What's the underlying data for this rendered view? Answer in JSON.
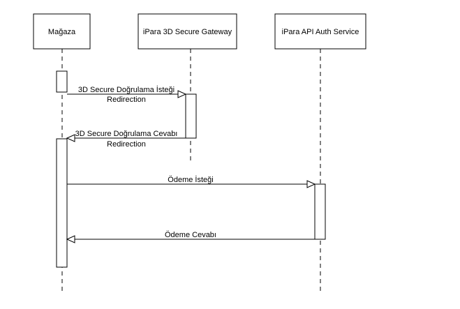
{
  "participants": [
    {
      "id": "magaza",
      "label": "Mağaza"
    },
    {
      "id": "gateway",
      "label": "iPara 3D Secure Gateway"
    },
    {
      "id": "auth",
      "label": "iPara API Auth Service"
    }
  ],
  "messages": [
    {
      "id": "msg1",
      "from": "magaza",
      "to": "gateway",
      "label": "3D Secure Doğrulama İsteği",
      "sublabel": "Redirection",
      "arrow": "open"
    },
    {
      "id": "msg2",
      "from": "gateway",
      "to": "magaza",
      "label": "3D Secure Doğrulama Cevabı",
      "sublabel": "Redirection",
      "arrow": "open"
    },
    {
      "id": "msg3",
      "from": "magaza",
      "to": "auth",
      "label": "Ödeme İsteği",
      "sublabel": "",
      "arrow": "open"
    },
    {
      "id": "msg4",
      "from": "auth",
      "to": "magaza",
      "label": "Ödeme Cevabı",
      "sublabel": "",
      "arrow": "open"
    }
  ],
  "colors": {
    "stroke": "#000000",
    "background": "#ffffff"
  }
}
